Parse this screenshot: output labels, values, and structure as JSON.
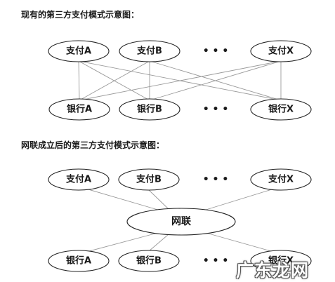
{
  "diagram1": {
    "title": "现有的第三方支付模式示意图：",
    "payments": [
      "支付A",
      "支付B",
      "支付X"
    ],
    "banks": [
      "银行A",
      "银行B",
      "银行X"
    ],
    "ellipsis": "• • •"
  },
  "diagram2": {
    "title": "网联成立后的第三方支付模式示意图：",
    "payments": [
      "支付A",
      "支付B",
      "支付X"
    ],
    "hub": "网联",
    "banks": [
      "银行A",
      "银行B",
      "银行X"
    ],
    "ellipsis": "• • •"
  },
  "watermark": "广东龙网"
}
